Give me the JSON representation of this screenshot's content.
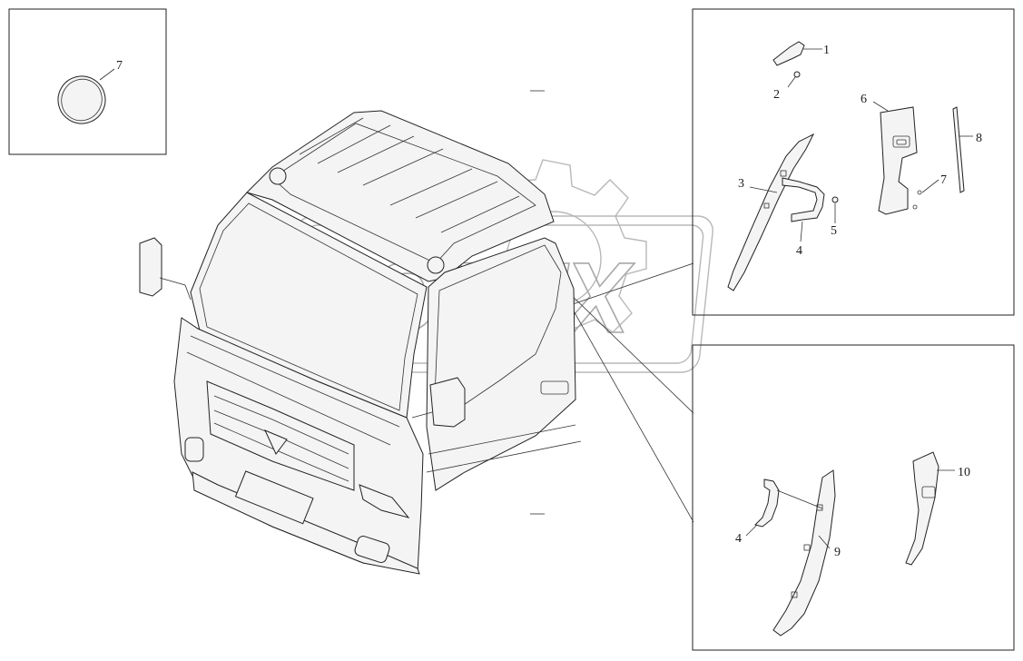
{
  "diagram": {
    "watermark": "OPEX",
    "callouts": [
      {
        "id": "c1",
        "label": "1"
      },
      {
        "id": "c2",
        "label": "2"
      },
      {
        "id": "c3",
        "label": "3"
      },
      {
        "id": "c4a",
        "label": "4"
      },
      {
        "id": "c5",
        "label": "5"
      },
      {
        "id": "c6",
        "label": "6"
      },
      {
        "id": "c7a",
        "label": "7"
      },
      {
        "id": "c8",
        "label": "8"
      },
      {
        "id": "c7b",
        "label": "7"
      },
      {
        "id": "c4b",
        "label": "4"
      },
      {
        "id": "c9",
        "label": "9"
      },
      {
        "id": "c10",
        "label": "10"
      }
    ]
  }
}
